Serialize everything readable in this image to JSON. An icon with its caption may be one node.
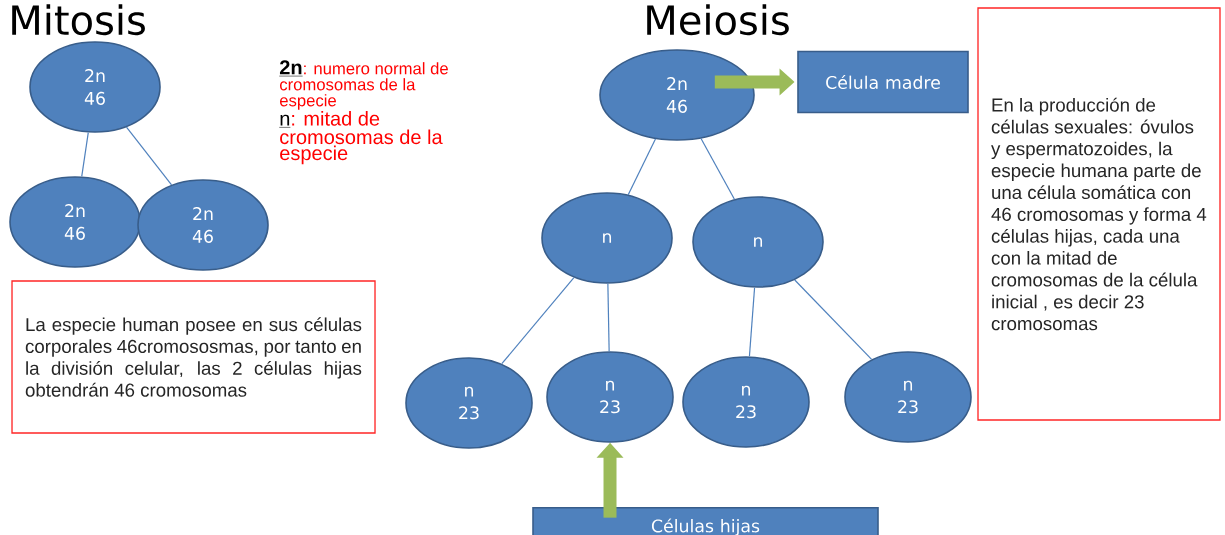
{
  "diagram": {
    "nodes": [
      {
        "text": [
          "2n 46"
        ]
      },
      {
        "text": [
          "2n 46"
        ]
      },
      {
        "text": [
          "2n 46"
        ]
      },
      {
        "text": [
          "La especie human posee en sus células corporales 46cromososmas, por tanto en la división celular, las  2 células  hijas obtendrán 46 cromosomas"
        ]
      },
      {
        "text": [
          "2n 46"
        ]
      },
      {
        "text": [
          "Célula madre"
        ]
      },
      {
        "text": [
          "n"
        ]
      },
      {
        "text": [
          "n"
        ]
      },
      {
        "text": [
          "n 23"
        ]
      },
      {
        "text": [
          "n 23"
        ]
      },
      {
        "text": [
          "n 23"
        ]
      },
      {
        "text": [
          "n 23"
        ]
      },
      {
        "text": [
          "Células hijas"
        ]
      },
      {
        "text": [
          "En la producción de células sexuales: óvulos y espermatozoides, la especie humana parte de una célula somática con 46 cromosomas y forma 4 células hijas, cada una con la mitad de cromosomas de la célula inicial , es decir 23 cromosomas"
        ]
      }
    ],
    "edges": [
      {
        "from": 0,
        "to": 1,
        "arrow": "none"
      },
      {
        "from": 0,
        "to": 2,
        "arrow": "none"
      },
      {
        "from": 4,
        "to": 5,
        "arrow": "to",
        "style": "thick",
        "color": "#9bbb59"
      },
      {
        "from": 4,
        "to": 6,
        "arrow": "none"
      },
      {
        "from": 4,
        "to": 7,
        "arrow": "none"
      },
      {
        "from": 6,
        "to": 8,
        "arrow": "none"
      },
      {
        "from": 6,
        "to": 9,
        "arrow": "none"
      },
      {
        "from": 7,
        "to": 10,
        "arrow": "none"
      },
      {
        "from": 7,
        "to": 11,
        "arrow": "none"
      },
      {
        "from": 12,
        "to": 9,
        "arrow": "to",
        "style": "thick",
        "color": "#9bbb59"
      }
    ],
    "labels": [
      "Mitosis",
      "2n",
      ": numero normal de cromosomas de la especie",
      "n",
      ": mitad de cromosomas de la especie",
      "Meiosis"
    ]
  }
}
